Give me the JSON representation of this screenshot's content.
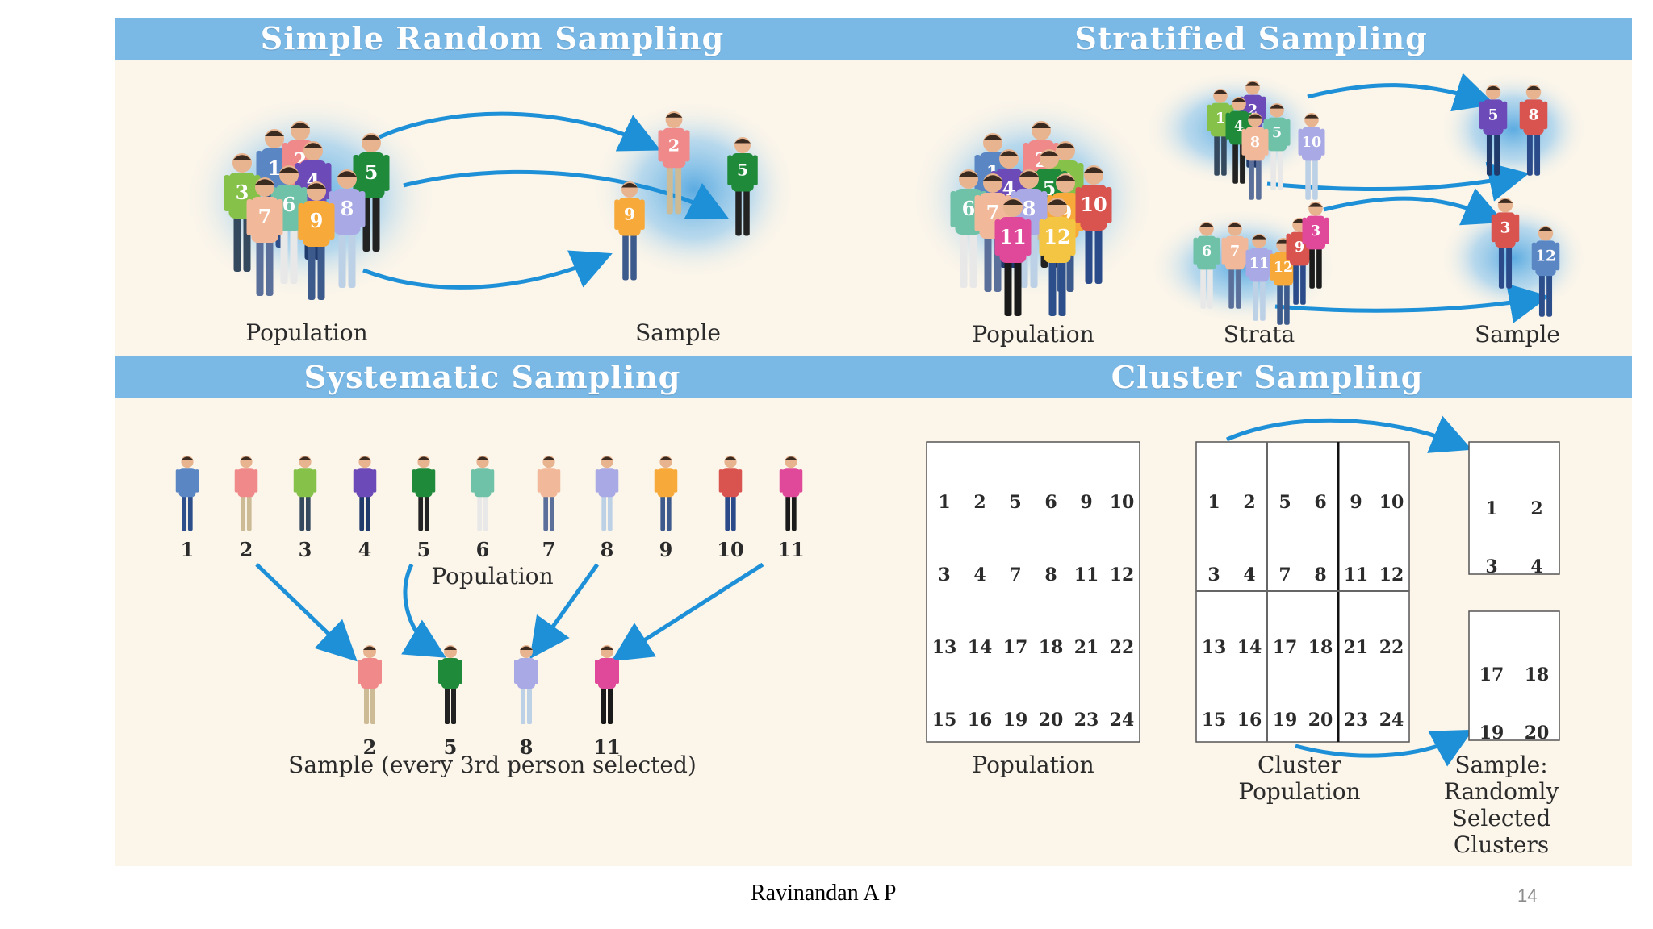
{
  "colors": {
    "band": "#7ab8e6",
    "panel": "#fbf5ea",
    "arrow": "#1e90d8",
    "halo": "#4aa3e0",
    "shirts": [
      "#5b86c4",
      "#f08a8a",
      "#86c14a",
      "#6c4bb8",
      "#1f8a3a",
      "#6fc2a8",
      "#f2b89a",
      "#a9a9e6",
      "#f7a93a",
      "#d9534f",
      "#e0489a",
      "#f4c542"
    ]
  },
  "simple_random": {
    "title": "Simple Random Sampling",
    "population_label": "Population",
    "sample_label": "Sample",
    "population_numbers": [
      "1",
      "2",
      "3",
      "4",
      "5",
      "6",
      "7",
      "8",
      "9"
    ],
    "sample_numbers": [
      "2",
      "9",
      "5"
    ]
  },
  "stratified": {
    "title": "Stratified Sampling",
    "population_label": "Population",
    "strata_label": "Strata",
    "sample_label": "Sample",
    "population_numbers": [
      "1",
      "2",
      "3",
      "4",
      "5",
      "6",
      "7",
      "8",
      "9",
      "10",
      "11",
      "12"
    ],
    "strata_top_numbers": [
      "1",
      "2",
      "4",
      "5",
      "8",
      "10"
    ],
    "strata_bottom_numbers": [
      "6",
      "7",
      "11",
      "12",
      "9",
      "3"
    ],
    "sample_top_numbers": [
      "5",
      "8"
    ],
    "sample_bottom_numbers": [
      "3",
      "12"
    ]
  },
  "systematic": {
    "title": "Systematic Sampling",
    "population_label": "Population",
    "population_numbers": [
      "1",
      "2",
      "3",
      "4",
      "5",
      "6",
      "7",
      "8",
      "9",
      "10",
      "11"
    ],
    "sample_numbers": [
      "2",
      "5",
      "8",
      "11"
    ],
    "sample_label": "Sample (every 3rd person selected)"
  },
  "cluster": {
    "title": "Cluster Sampling",
    "population_label": "Population",
    "cluster_population_label": "Cluster\nPopulation",
    "sample_label": "Sample:\nRandomly\nSelected\nClusters",
    "grid_rows": [
      [
        "1",
        "2",
        "5",
        "6",
        "9",
        "10"
      ],
      [
        "3",
        "4",
        "7",
        "8",
        "11",
        "12"
      ],
      [
        "13",
        "14",
        "17",
        "18",
        "21",
        "22"
      ],
      [
        "15",
        "16",
        "19",
        "20",
        "23",
        "24"
      ]
    ],
    "sample_cluster_a": [
      "1",
      "2",
      "3",
      "4"
    ],
    "sample_cluster_b": [
      "17",
      "18",
      "19",
      "20"
    ]
  },
  "footer": {
    "author": "Ravinandan  A P",
    "page": "14"
  }
}
